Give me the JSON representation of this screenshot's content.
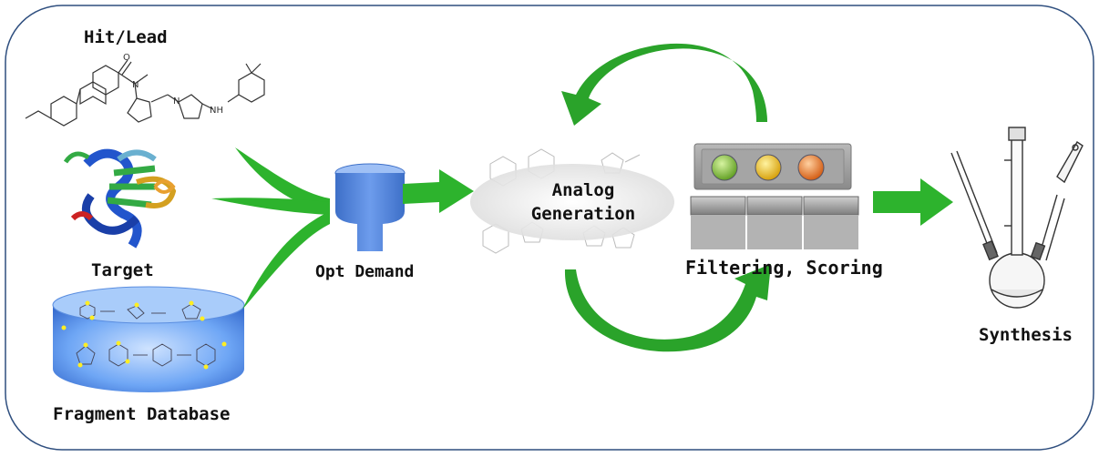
{
  "diagram": {
    "labels": {
      "hit_lead": "Hit/Lead",
      "target": "Target",
      "fragment_database": "Fragment Database",
      "opt_demand": "Opt Demand",
      "analog_line1": "Analog",
      "analog_line2": "Generation",
      "filtering_scoring": "Filtering, Scoring",
      "synthesis": "Synthesis"
    },
    "molecule_atom_labels": {
      "oxygen": "O",
      "n1": "N",
      "n2": "N",
      "nh": "NH"
    },
    "colors": {
      "frame_border": "#2f4f7f",
      "arrow_green": "#2db32d",
      "arrow_green_dark": "#1f8a1f",
      "funnel_blue": "#4f80d6",
      "database_blue": "#5b9bf0",
      "light_green": "#8cc63f",
      "light_yellow": "#f5c400",
      "light_orange": "#f07820",
      "panel_gray": "#9e9e9e"
    },
    "icons": [
      "molecule-structure-icon",
      "protein-ribbon-icon",
      "fragment-database-cylinder-icon",
      "funnel-icon",
      "traffic-light-panel-icon",
      "glass-flask-apparatus-icon"
    ]
  }
}
